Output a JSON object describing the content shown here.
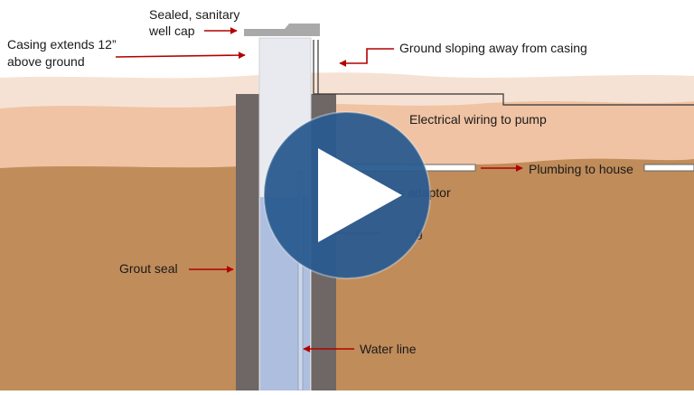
{
  "labels": {
    "well_cap_line1": "Sealed, sanitary",
    "well_cap_line2": "well cap",
    "casing_line1": "Casing extends 12”",
    "casing_line2": "above ground",
    "ground_slope": "Ground sloping away from casing",
    "electrical": "Electrical wiring to pump",
    "plumbing": "Plumbing to house",
    "pitless": "Pitless adaptor",
    "casing_partial": "g",
    "grout": "Grout seal",
    "water_line": "Water line"
  },
  "colors": {
    "sky": "#ffffff",
    "topsoil_light": "#f4dccb",
    "topsoil_mid": "#efc4a4",
    "subsoil": "#c08a58",
    "grout": "#6e6765",
    "casing": "#e8e9ee",
    "water": "#aebede",
    "cap": "#a9a9a9",
    "arrow": "#b30000",
    "play_button": "#2a5b8f"
  },
  "player": {
    "play_icon": "play-icon"
  }
}
